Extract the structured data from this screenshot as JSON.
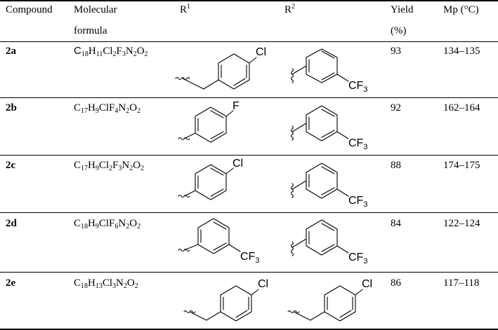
{
  "table": {
    "headers": {
      "compound": "Compound",
      "formula_line1": "Molecular",
      "formula_line2": "formula",
      "r1": "R",
      "r1_sup": "1",
      "r2": "R",
      "r2_sup": "2",
      "yield_line1": "Yield",
      "yield_line2": "(%)",
      "mp": "Mp (°C)"
    },
    "rows": [
      {
        "compound": "2a",
        "formula": [
          "C",
          "18",
          "H",
          "11",
          "Cl",
          "2",
          "F",
          "3",
          "N",
          "2",
          "O",
          "2"
        ],
        "r1": "4-chlorobenzyl",
        "r2": "3-(trifluoromethyl)phenyl",
        "yield": "93",
        "mp": "134–135"
      },
      {
        "compound": "2b",
        "formula": [
          "C",
          "17",
          "H",
          "9",
          "ClF",
          "4",
          "N",
          "2",
          "O",
          "2"
        ],
        "r1": "4-fluorophenyl",
        "r2": "3-(trifluoromethyl)phenyl",
        "yield": "92",
        "mp": "162–164"
      },
      {
        "compound": "2c",
        "formula": [
          "C",
          "17",
          "H",
          "9",
          "Cl",
          "2",
          "F",
          "3",
          "N",
          "2",
          "O",
          "2"
        ],
        "r1": "4-chlorophenyl",
        "r2": "3-(trifluoromethyl)phenyl",
        "yield": "88",
        "mp": "174–175"
      },
      {
        "compound": "2d",
        "formula": [
          "C",
          "18",
          "H",
          "9",
          "ClF",
          "6",
          "N",
          "2",
          "O",
          "2"
        ],
        "r1": "3-(trifluoromethyl)phenyl",
        "r2": "3-(trifluoromethyl)phenyl",
        "yield": "84",
        "mp": "122–124"
      },
      {
        "compound": "2e",
        "formula": [
          "C",
          "18",
          "H",
          "13",
          "Cl",
          "3",
          "N",
          "2",
          "O",
          "2"
        ],
        "r1": "4-chlorobenzyl",
        "r2": "4-chlorobenzyl",
        "yield": "86",
        "mp": "117–118"
      }
    ]
  },
  "atom_labels": {
    "cl": "Cl",
    "f": "F",
    "cf": "CF",
    "cf_sub": "3"
  }
}
